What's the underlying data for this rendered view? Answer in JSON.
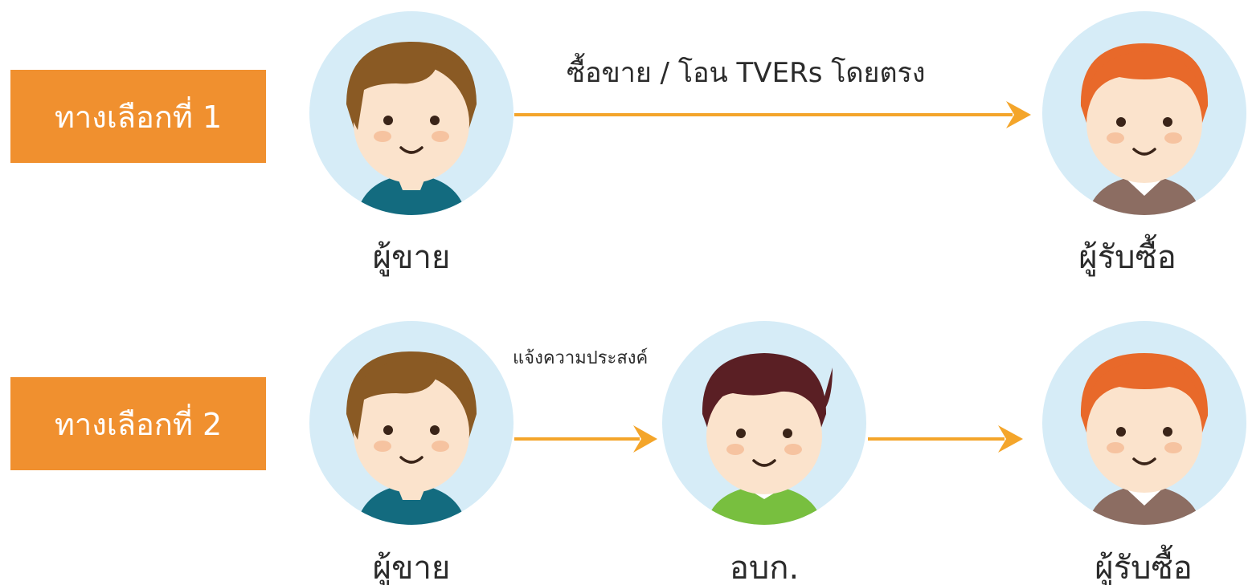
{
  "colors": {
    "accent": "#f0902f",
    "arrow": "#f4a52a",
    "avatar_bg": "#d6ecf7",
    "skin": "#fbe3cc",
    "blush": "#f6c3a0"
  },
  "option1": {
    "label": "ทางเลือกที่ 1",
    "arrow_label": "ซื้อขาย / โอน TVERs โดยตรง",
    "seller": {
      "name": "ผู้ขาย",
      "icon": "seller-boy-icon"
    },
    "buyer": {
      "name": "ผู้รับซื้อ",
      "icon": "buyer-boy-icon"
    }
  },
  "option2": {
    "label": "ทางเลือกที่ 2",
    "arrow_label": "แจ้งความประสงค์",
    "seller": {
      "name": "ผู้ขาย",
      "icon": "seller-boy-icon"
    },
    "agency": {
      "name": "อบก.",
      "icon": "agency-man-icon"
    },
    "buyer": {
      "name": "ผู้รับซื้อ",
      "icon": "buyer-boy-icon"
    }
  }
}
